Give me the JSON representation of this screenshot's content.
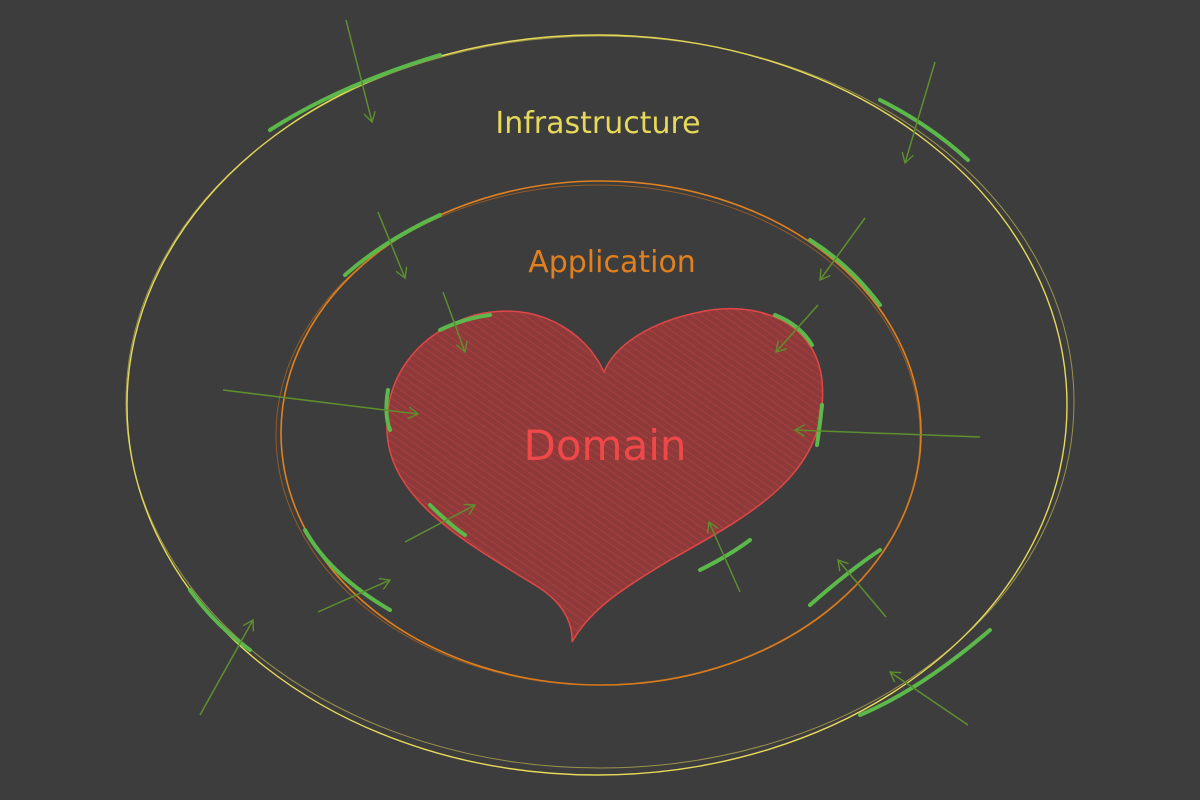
{
  "layers": {
    "infrastructure": {
      "label": "Infrastructure",
      "color": "#e6d95a"
    },
    "application": {
      "label": "Application",
      "color": "#e0801f"
    },
    "domain": {
      "label": "Domain",
      "color": "#f04848",
      "fill": "#9a3b3b"
    }
  },
  "boundary_color": "#5cb84a",
  "arrow_color": "#5d8f2e",
  "background": "#3d3d3d"
}
